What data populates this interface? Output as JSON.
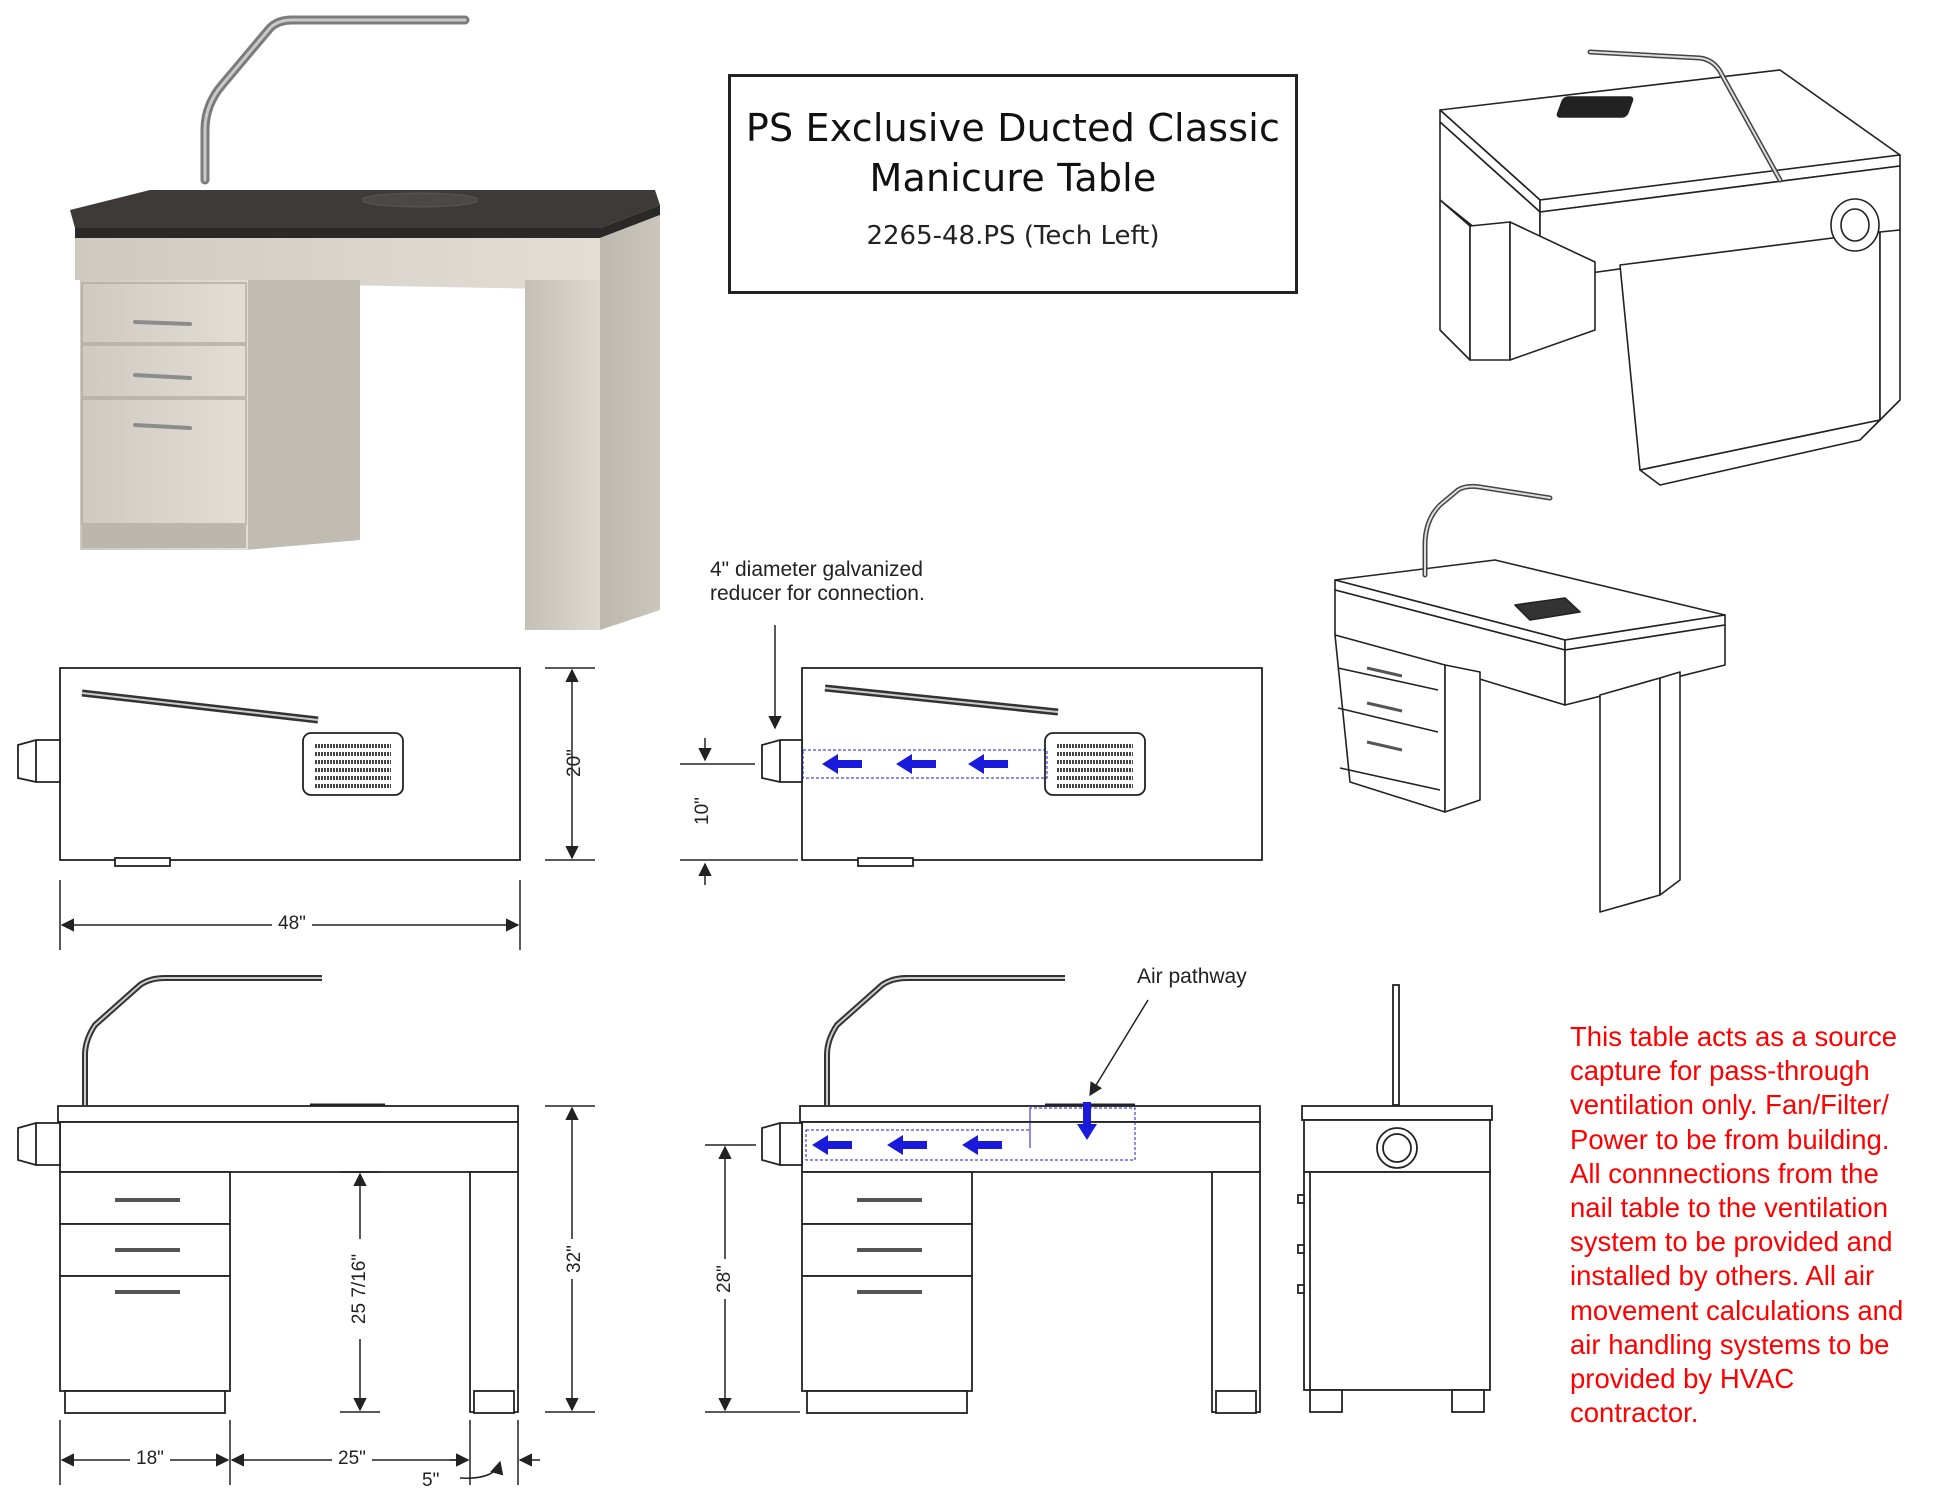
{
  "title": {
    "line1": "PS Exclusive Ducted Classic",
    "line2": "Manicure Table",
    "model": "2265-48.PS (Tech Left)"
  },
  "callouts": {
    "reducer_line1": "4\" diameter galvanized",
    "reducer_line2": "reducer for connection.",
    "air_pathway": "Air pathway"
  },
  "dimensions": {
    "top_depth": "20\"",
    "top_width": "48\"",
    "duct_height_top_view": "10\"",
    "front_height": "32\"",
    "knee_height": "25 7/16\"",
    "duct_height_front": "28\"",
    "drawer_width": "18\"",
    "knee_width": "25\"",
    "leg_width": "5\""
  },
  "note": {
    "lines": [
      "This table acts as a source",
      "capture for pass-through",
      "ventilation only. Fan/Filter/",
      "Power to be from building.",
      "All connnections from the",
      "nail table to the ventilation",
      "system to be provided and",
      "installed by others. All air",
      "movement calculations and",
      "air handling systems to be",
      "provided by HVAC",
      "contractor."
    ]
  },
  "colors": {
    "airflow": "#1a1adb",
    "note_text": "#ff0000",
    "countertop": "#3d3a38",
    "cabinet": "#d6d2ca"
  }
}
